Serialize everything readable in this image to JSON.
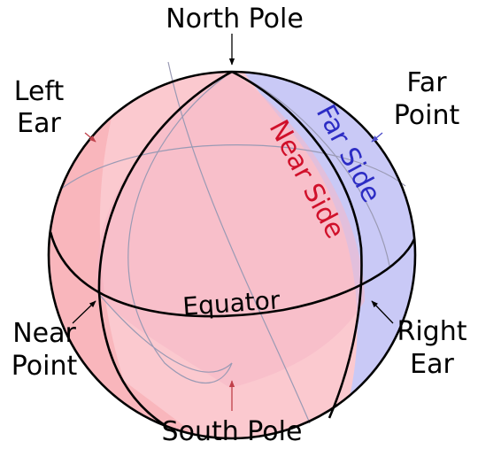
{
  "labels": {
    "north_pole": "North Pole",
    "south_pole": "South Pole",
    "left_ear_1": "Left",
    "left_ear_2": "Ear",
    "far_point_1": "Far",
    "far_point_2": "Point",
    "near_point_1": "Near",
    "near_point_2": "Point",
    "right_ear_1": "Right",
    "right_ear_2": "Ear",
    "equator": "Equator",
    "near_side": "Near Side",
    "far_side": "Far Side"
  },
  "colors": {
    "near_side_fill": "#f7b8c3",
    "far_side_fill": "#c9c9f6",
    "near_side_text": "#d0102a",
    "far_side_text": "#2c2cc4",
    "outline": "#000000",
    "hidden_lines": "#9a9ab4",
    "pointer_near": "#c0404a",
    "pointer_far": "#4a4ac8"
  }
}
